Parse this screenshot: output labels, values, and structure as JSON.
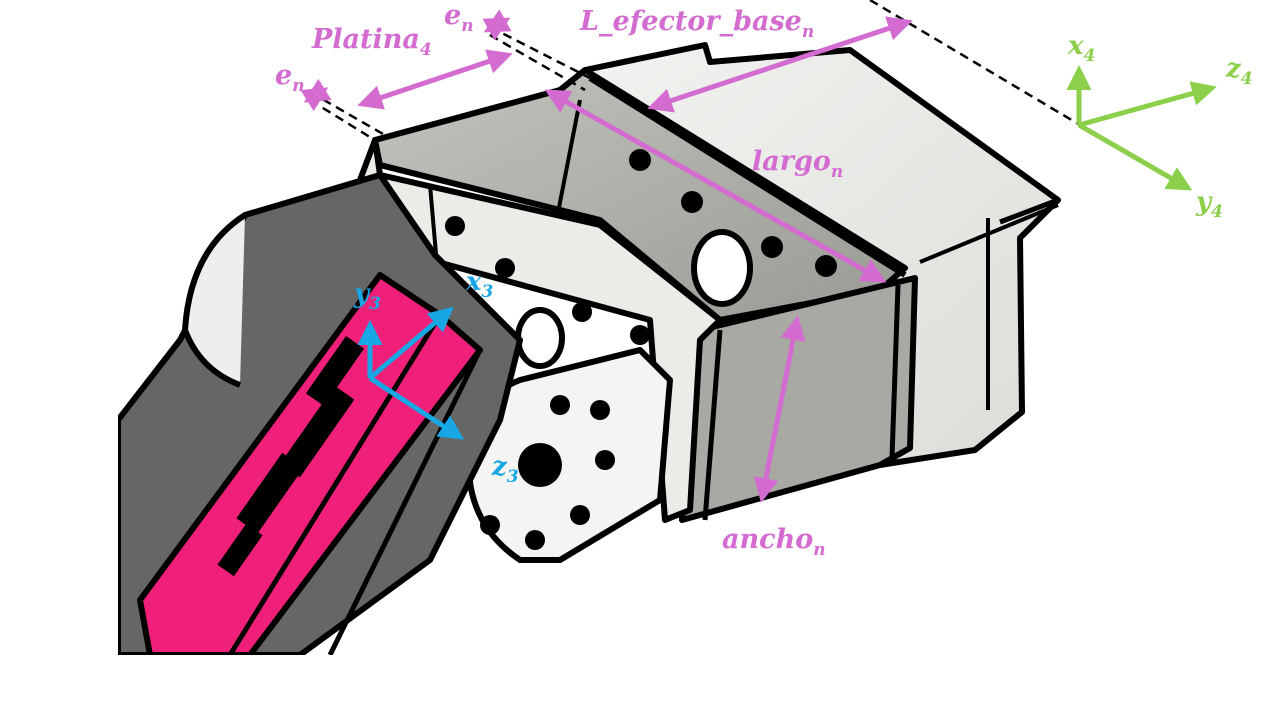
{
  "labels": {
    "platina": {
      "base": "Platina",
      "sub": "4"
    },
    "e_top": {
      "base": "e",
      "sub": "n"
    },
    "e_left": {
      "base": "e",
      "sub": "n"
    },
    "l_efector_base": {
      "base": "L_efector_base",
      "sub": "n"
    },
    "largo": {
      "base": "largo",
      "sub": "n"
    },
    "ancho": {
      "base": "ancho",
      "sub": "n"
    },
    "x4": {
      "base": "x",
      "sub": "4"
    },
    "y4": {
      "base": "y",
      "sub": "4"
    },
    "z4": {
      "base": "z",
      "sub": "4"
    },
    "x3": {
      "base": "x",
      "sub": "3"
    },
    "y3": {
      "base": "y",
      "sub": "3"
    },
    "z3": {
      "base": "z",
      "sub": "3"
    }
  },
  "colors": {
    "dimension": "#d36bd0",
    "frame4": "#8ccf4a",
    "frame3": "#17a7e4",
    "servo_pink": "#f0207a",
    "body_gray": "#6b6b6b",
    "plate_gray": "#b4b4ae"
  }
}
